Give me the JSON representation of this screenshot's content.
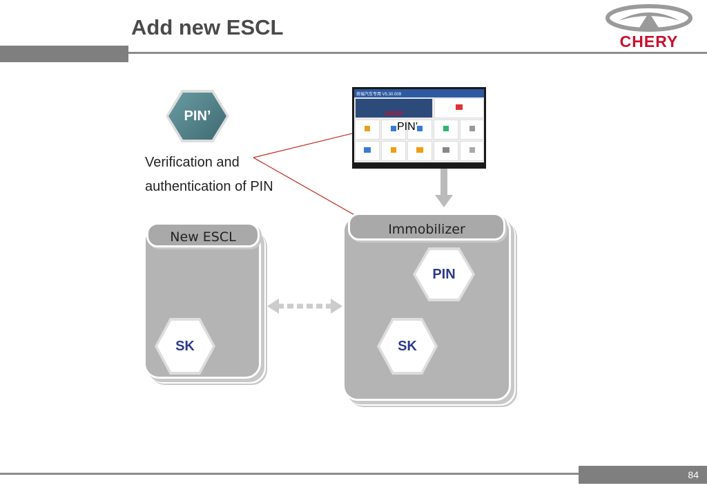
{
  "slide": {
    "title": "Add new ESCL",
    "page_number": "84"
  },
  "logo": {
    "brand": "CHERY",
    "color": "#c8102e"
  },
  "pin_prime_badge": {
    "label": "PIN’",
    "color": "#4d7f86"
  },
  "caption": {
    "line1": "Verification and",
    "line2": "authentication of PIN"
  },
  "tablet": {
    "header": "奇瑞汽车专用 V5.30.009",
    "pin_label": "PIN’",
    "brand": "CHERY"
  },
  "new_escl": {
    "title": "New ESCL",
    "sk_label": "SK"
  },
  "immobilizer": {
    "title": "Immobilizer",
    "pin_label": "PIN",
    "sk_label": "SK"
  },
  "colors": {
    "connector": "#c0392b",
    "hex_text": "#2e3a8c",
    "box": "#b4b4b4"
  }
}
